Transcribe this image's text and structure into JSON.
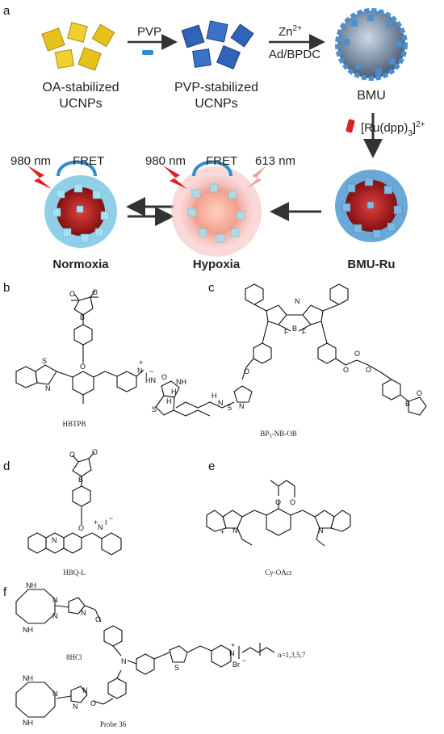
{
  "panels": {
    "a": {
      "letter": "a",
      "row1": {
        "stage1_line1": "OA-stabilized",
        "stage1_line2": "UCNPs",
        "arrow1": "PVP",
        "stage2_line1": "PVP-stabilized",
        "stage2_line2": "UCNPs",
        "arrow2_top_main": "Zn",
        "arrow2_top_sup": "2+",
        "arrow2_bottom": "Ad/BPDC",
        "stage3": "BMU"
      },
      "down_arrow_main": "[Ru(dpp)",
      "down_arrow_sub": "3",
      "down_arrow_end": "]",
      "down_arrow_sup": "2+",
      "row2": {
        "left_laser": "980 nm",
        "left_fret": "FRET",
        "middle_laser": "980 nm",
        "middle_fret": "FRET",
        "middle_emission": "613 nm",
        "left_label": "Normoxia",
        "middle_label": "Hypoxia",
        "right_label": "BMU-Ru"
      },
      "colors": {
        "yellow_cube": "#e8c21a",
        "blue_cube": "#2f64b8",
        "sphere_blue": "#4a8fd0",
        "core_red": "#b01818",
        "glow_pink": "#f4a0a0",
        "laser_red": "#e02020",
        "loop_blue": "#2f8fd0"
      }
    },
    "b": {
      "letter": "b",
      "caption": "HBTPB",
      "atoms": {
        "s": "S",
        "n": "N",
        "o": "O",
        "b": "B",
        "o1": "O",
        "o2": "O",
        "nplus": "N",
        "iodide": "I",
        "charge": "+",
        "minus": "−"
      }
    },
    "c": {
      "letter": "c",
      "caption_main": "BP",
      "caption_sub": "5",
      "caption_end": "-NB-OB",
      "atoms": {
        "n1": "N",
        "b": "B",
        "f1": "F",
        "f2": "F",
        "o1": "O",
        "o2": "O",
        "o3": "O",
        "b2": "B",
        "hn1": "HN",
        "nh1": "NH",
        "s": "S",
        "h1": "H",
        "h2": "H",
        "o4": "O",
        "h3": "H",
        "n2": "N",
        "n3": "N",
        "sub5": "5",
        "o5": "O",
        "o6": "O"
      }
    },
    "d": {
      "letter": "d",
      "caption": "HBQ-L",
      "atoms": {
        "n1": "N",
        "o": "O",
        "b": "B",
        "o1": "O",
        "o2": "O",
        "n2": "N",
        "iodide": "I",
        "charge": "+",
        "minus": "−"
      }
    },
    "e": {
      "letter": "e",
      "caption": "Cy-OAcr",
      "atoms": {
        "n1": "N",
        "n2": "N",
        "o1": "O",
        "o2": "O",
        "charge": "+"
      }
    },
    "f": {
      "letter": "f",
      "caption": "Probe 36",
      "salt": "8HCl",
      "repeat": "n=1,3,5,7",
      "atoms": {
        "nh1": "NH",
        "nh2": "NH",
        "n1": "N",
        "n2": "N",
        "n3": "N",
        "o1": "O",
        "n4": "N",
        "s": "S",
        "nplus": "N",
        "br": "Br",
        "minus": "−",
        "charge": "+",
        "nh3": "NH",
        "nh4": "NH",
        "n5": "N",
        "n6": "N",
        "n7": "N",
        "o2": "O"
      }
    }
  }
}
